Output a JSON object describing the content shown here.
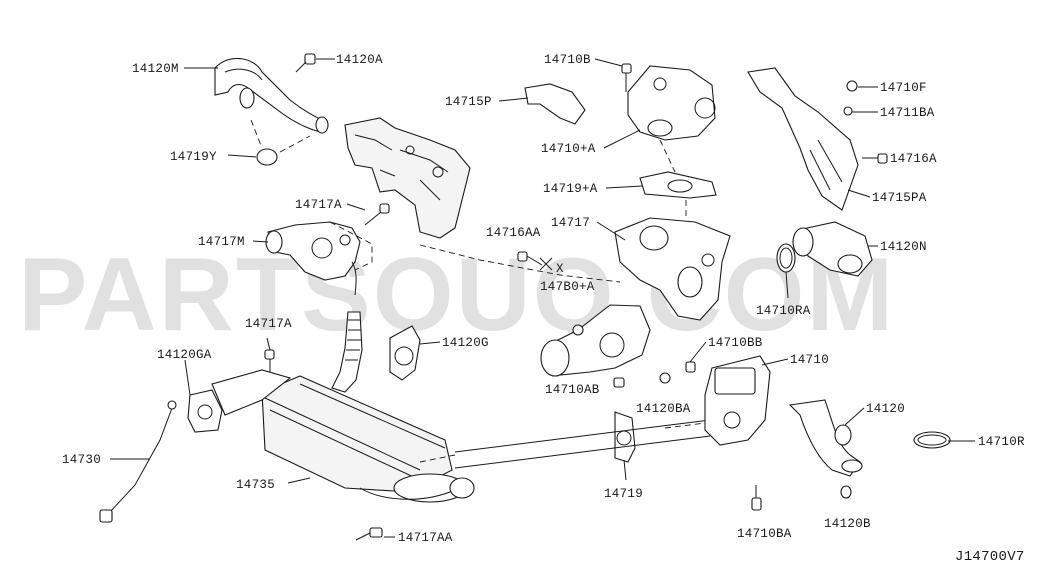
{
  "diagram": {
    "code": "J14700V7",
    "watermark": "PARTSOUQ.COM",
    "labels": {
      "l14120M": "14120M",
      "l14120A": "14120A",
      "l14719Y": "14719Y",
      "l14710B": "14710B",
      "l14715P": "14715P",
      "l14710A": "14710+A",
      "l14719A": "14719+A",
      "l14717": "14717",
      "l14716AA": "14716AA",
      "l14780A": "147B0+A",
      "lX": "X",
      "l14717A_top": "14717A",
      "l14717M": "14717M",
      "l14710F": "14710F",
      "l14711BA": "14711BA",
      "l14716A": "14716A",
      "l14715PA": "14715PA",
      "l14120N": "14120N",
      "l14710RA": "14710RA",
      "l14717A_mid": "14717A",
      "l14120GA": "14120GA",
      "l14120G": "14120G",
      "l14710BB": "14710BB",
      "l14710": "14710",
      "l14710AB": "14710AB",
      "l14120BA": "14120BA",
      "l14120": "14120",
      "l14710R": "14710R",
      "l14730": "14730",
      "l14735": "14735",
      "l14719": "14719",
      "l14710BA": "14710BA",
      "l14120B": "14120B",
      "l14717AA": "14717AA"
    }
  }
}
